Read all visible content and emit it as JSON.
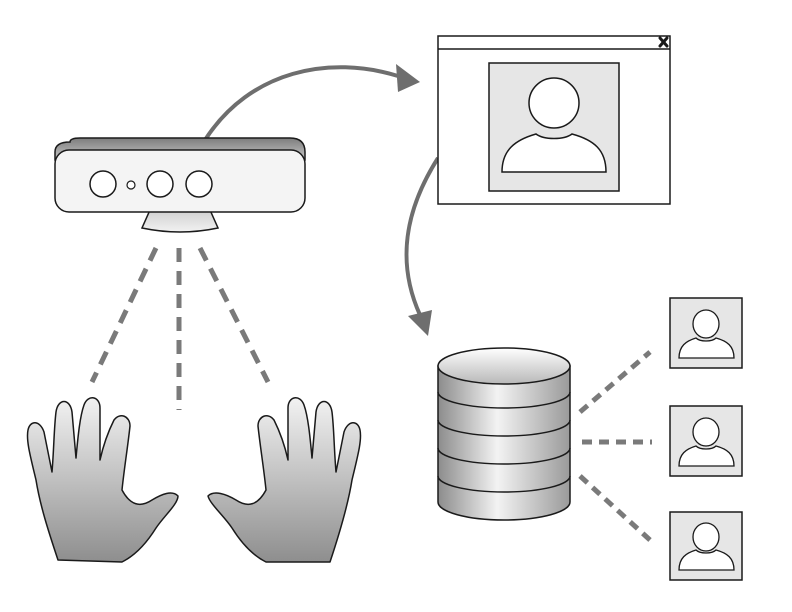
{
  "diagram": {
    "colors": {
      "background": "#ffffff",
      "outline": "#1a1a1a",
      "arrow": "#6e6e6e",
      "dashes": "#7a7a7a",
      "photo_bg": "#e6e6e6",
      "device_top": "#9a9a9a",
      "device_body": "#f4f4f4"
    },
    "elements": [
      {
        "name": "depth-sensor-camera-icon",
        "role": "capture device"
      },
      {
        "name": "left-hand-icon"
      },
      {
        "name": "right-hand-icon"
      },
      {
        "name": "profile-window-icon",
        "has_close_button": true
      },
      {
        "name": "database-icon",
        "disks": 5
      },
      {
        "name": "user-profile-icon",
        "count": 4
      }
    ],
    "connections": [
      {
        "from": "depth-sensor-camera-icon",
        "to": "profile-window-icon",
        "style": "curved-arrow"
      },
      {
        "from": "profile-window-icon",
        "to": "database-icon",
        "style": "curved-arrow"
      },
      {
        "from": "depth-sensor-camera-icon",
        "to": "left-hand-icon",
        "style": "dashed"
      },
      {
        "from": "depth-sensor-camera-icon",
        "to": "right-hand-icon",
        "style": "dashed"
      },
      {
        "from": "database-icon",
        "to": "user-profile-icon",
        "style": "dashed",
        "count": 3
      }
    ]
  }
}
